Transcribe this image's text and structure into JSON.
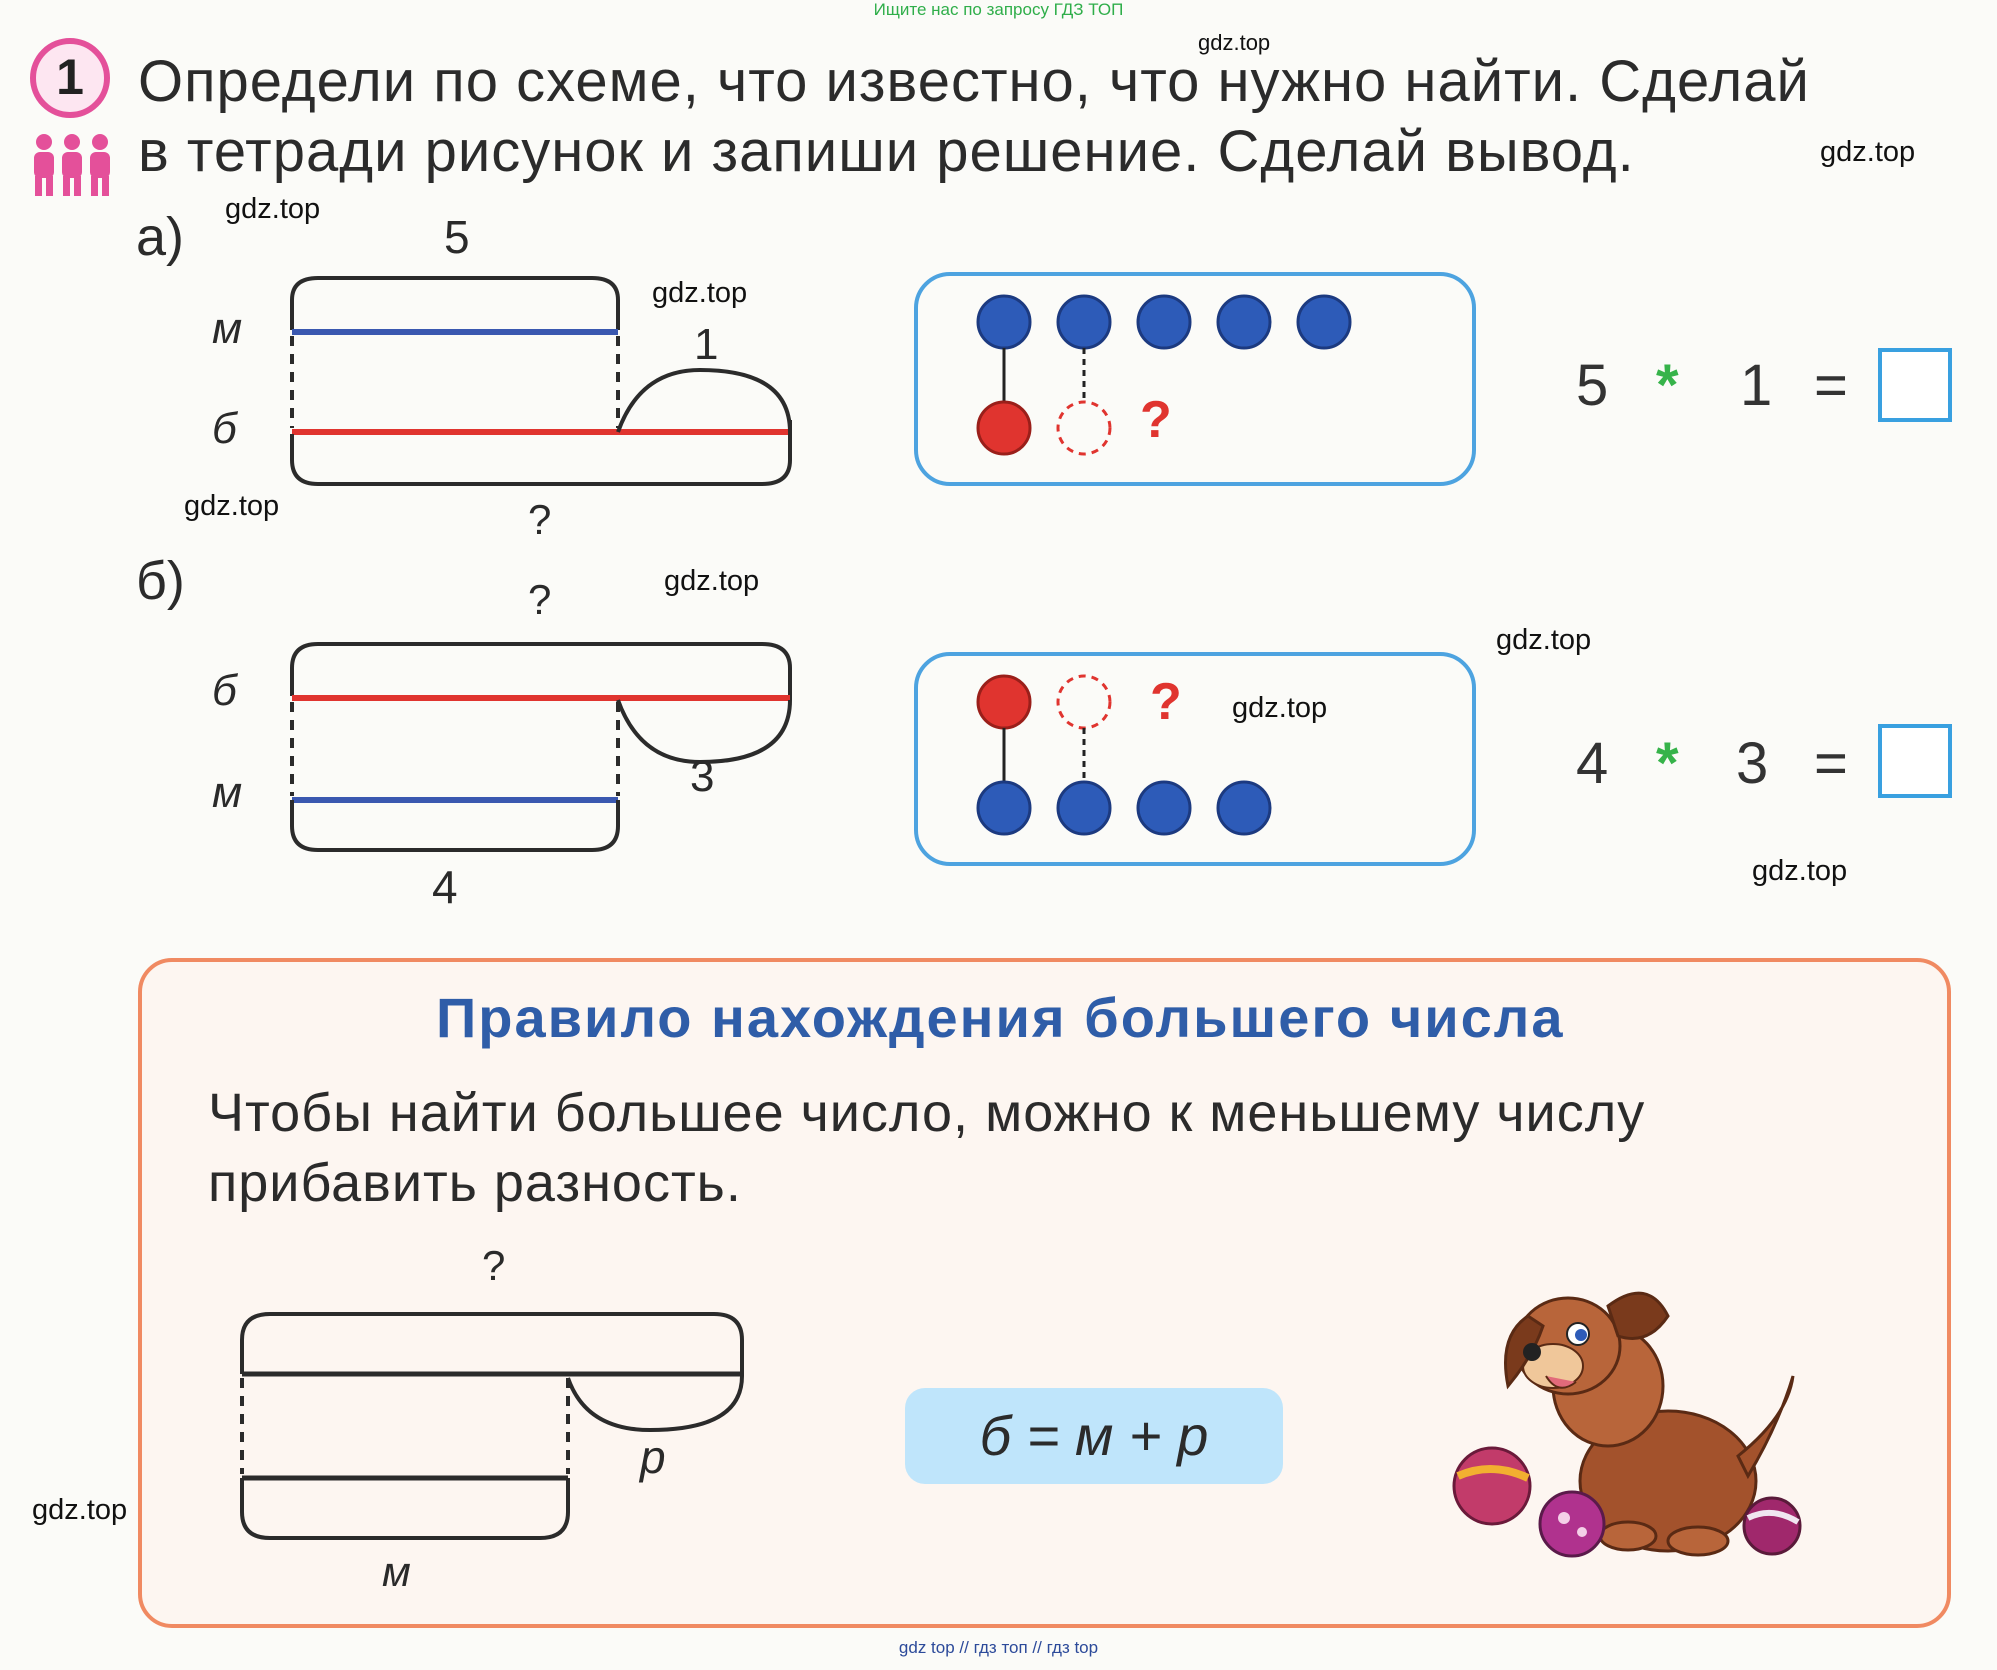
{
  "banner": "Ищите нас по запросу ГДЗ ТОП",
  "watermark": "gdz.top",
  "task": {
    "number": "1",
    "line1": "Определи по схеме, что известно, что нужно найти. Сделай",
    "line2": "в тетради рисунок и запиши решение. Сделай вывод.",
    "group_icon": "group-of-people-icon"
  },
  "part_a": {
    "label": "а)",
    "top_value": "5",
    "row_m": "м",
    "row_b": "б",
    "extra_value": "1",
    "bottom_question": "?",
    "scheme_question": "?",
    "equation": {
      "left": "5",
      "op": "*",
      "right": "1",
      "eq": "="
    }
  },
  "part_b": {
    "label": "б)",
    "top_question": "?",
    "row_b": "б",
    "row_m": "м",
    "extra_value": "3",
    "bottom_value": "4",
    "scheme_question": "?",
    "equation": {
      "left": "4",
      "op": "*",
      "right": "3",
      "eq": "="
    }
  },
  "rule": {
    "title": "Правило нахождения большего числа",
    "line1": "Чтобы найти большее число, можно к меньшему числу",
    "line2": "прибавить разность.",
    "diagram": {
      "top_question": "?",
      "diff_label": "р",
      "bottom_label": "м"
    },
    "formula": "б = м + р"
  },
  "footer": "gdz top  //  гдз топ  //  гдз top",
  "colors": {
    "accent_pink": "#e4509a",
    "segment_blue": "#3a58b0",
    "segment_red": "#e0342f",
    "scheme_border": "#4da3e0",
    "rule_border": "#f08a62",
    "rule_title": "#2f5da8",
    "formula_bg": "#bfe5fb"
  }
}
